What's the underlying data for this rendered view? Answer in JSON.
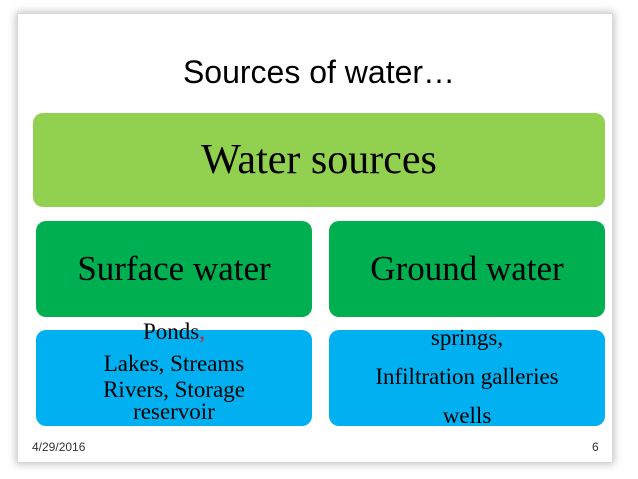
{
  "slide": {
    "title": "Sources of water…",
    "date": "4/29/2016",
    "page_number": "6"
  },
  "diagram": {
    "root": {
      "label": "Water sources",
      "color": "#92d050"
    },
    "categories": [
      {
        "label": "Surface water",
        "color": "#00b050",
        "detail_color": "#00b0f0",
        "items": [
          "Ponds",
          ",",
          "Lakes, Streams",
          "Rivers, Storage",
          "reservoir"
        ]
      },
      {
        "label": "Ground water",
        "color": "#00b050",
        "detail_color": "#00b0f0",
        "items": [
          "springs,",
          "Infiltration galleries",
          "wells"
        ]
      }
    ]
  }
}
